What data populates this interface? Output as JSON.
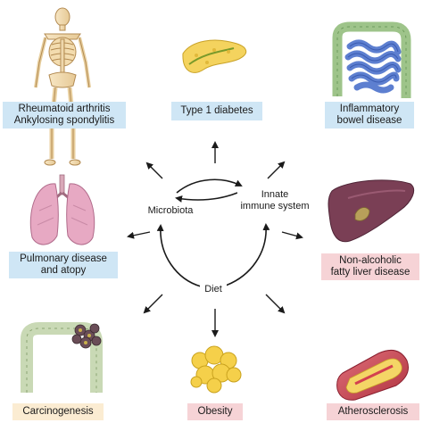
{
  "cycle": {
    "microbiota": "Microbiota",
    "innate_line1": "Innate",
    "innate_line2": "immune system",
    "diet": "Diet"
  },
  "diseases": {
    "ra_line1": "Rheumatoid arthritis",
    "ra_line2": "Ankylosing spondylitis",
    "t1d": "Type 1 diabetes",
    "ibd_line1": "Inflammatory",
    "ibd_line2": "bowel disease",
    "pulm_line1": "Pulmonary disease",
    "pulm_line2": "and atopy",
    "nafld_line1": "Non-alcoholic",
    "nafld_line2": "fatty liver disease",
    "carcino": "Carcinogenesis",
    "obesity": "Obesity",
    "athero": "Atherosclerosis"
  },
  "colors": {
    "blue_box": "#cfe6f5",
    "pink_box": "#f6d3d6",
    "cream_box": "#fbecd2",
    "arrow": "#1a1a1a"
  }
}
